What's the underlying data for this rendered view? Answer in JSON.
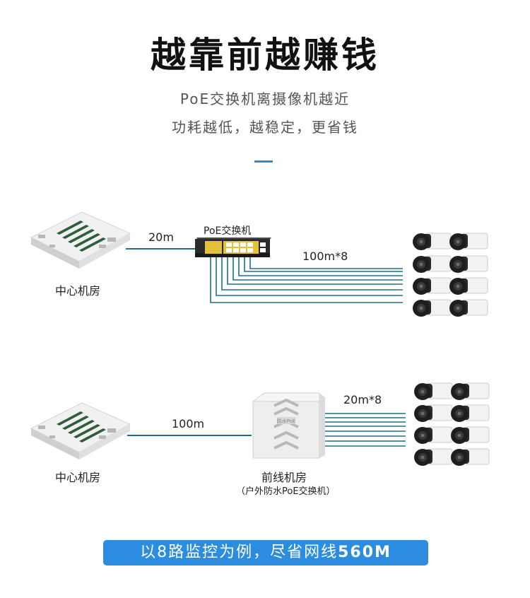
{
  "header": {
    "title": "越靠前越赚钱",
    "subtitle_line1": "PoE交换机离摄像机越近",
    "subtitle_line2": "功耗越低，越稳定，更省钱"
  },
  "diagram_top": {
    "room_label": "中心机房",
    "link_label": "20m",
    "switch_label": "PoE交换机",
    "camera_link_label": "100m*8"
  },
  "diagram_bottom": {
    "room_label": "中心机房",
    "link_label": "100m",
    "box_label": "前线机房",
    "box_sublabel": "（户外防水PoE交换机）",
    "box_badge": "防水PoE",
    "camera_link_label": "20m*8"
  },
  "banner": {
    "text": "以8路监控为例，尽省网线",
    "highlight": "560M"
  },
  "colors": {
    "accent": "#2b8ce0",
    "link_line": "#1f6f8b",
    "text_dark": "#111111"
  }
}
